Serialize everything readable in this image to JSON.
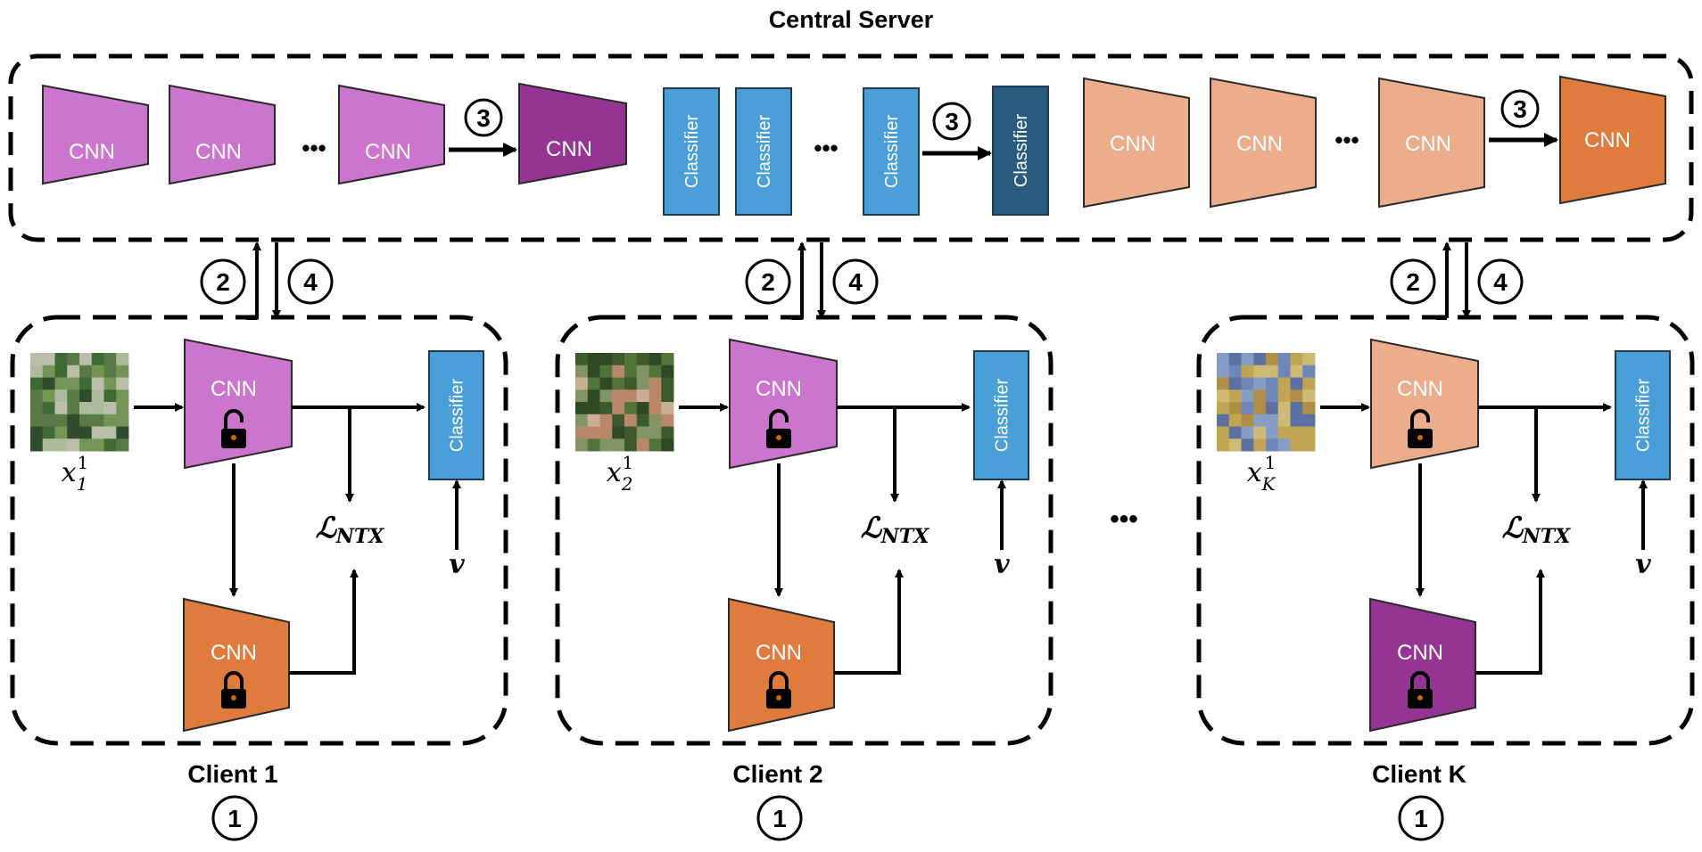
{
  "server": {
    "title": "Central Server",
    "groups": [
      {
        "kind": "cnn",
        "item_label": "CNN",
        "color": "#cc75cc",
        "aggregated_color": "#963494",
        "step_label": "3"
      },
      {
        "kind": "classifier",
        "item_label": "Classifier",
        "color": "#4a9fd8",
        "aggregated_color": "#2a5a7e",
        "step_label": "3"
      },
      {
        "kind": "cnn",
        "item_label": "CNN",
        "color": "#ebad8c",
        "aggregated_color": "#e07b3e",
        "step_label": "3"
      }
    ],
    "ellipsis": "•••"
  },
  "clients": [
    {
      "name": "Client 1",
      "step_label": "1",
      "upload_label": "2",
      "download_label": "4",
      "input_label": "x",
      "input_sub": "1",
      "input_sup": "1",
      "encoder_label": "CNN",
      "encoder_color": "#cc75cc",
      "frozen_label": "CNN",
      "frozen_color": "#e07b3e",
      "classifier_label": "Classifier",
      "classifier_color": "#4a9fd8",
      "loss_label": "ℒ",
      "loss_sub": "NTX",
      "target_label": "v",
      "image_palette": [
        "#3f6a33",
        "#7a9a5a",
        "#5c7c47",
        "#b9c4a8",
        "#2e4a2b",
        "#c8c8b8"
      ]
    },
    {
      "name": "Client 2",
      "step_label": "1",
      "upload_label": "2",
      "download_label": "4",
      "input_label": "x",
      "input_sub": "2",
      "input_sup": "1",
      "encoder_label": "CNN",
      "encoder_color": "#cc75cc",
      "frozen_label": "CNN",
      "frozen_color": "#e07b3e",
      "classifier_label": "Classifier",
      "classifier_color": "#4a9fd8",
      "loss_label": "ℒ",
      "loss_sub": "NTX",
      "target_label": "v",
      "image_palette": [
        "#3c5a2c",
        "#54773b",
        "#c68d72",
        "#8a9a6a",
        "#2f4725",
        "#d8b7a0"
      ]
    },
    {
      "name": "Client K",
      "step_label": "1",
      "upload_label": "2",
      "download_label": "4",
      "input_label": "x",
      "input_sub": "K",
      "input_sup": "1",
      "encoder_label": "CNN",
      "encoder_color": "#ebad8c",
      "frozen_label": "CNN",
      "frozen_color": "#963494",
      "classifier_label": "Classifier",
      "classifier_color": "#4a9fd8",
      "loss_label": "ℒ",
      "loss_sub": "NTX",
      "target_label": "v",
      "image_palette": [
        "#6f86b8",
        "#c9a94a",
        "#8aa0c8",
        "#b88f3a",
        "#5a6ea0",
        "#d8c070"
      ]
    }
  ],
  "between_clients_ellipsis": "•••"
}
